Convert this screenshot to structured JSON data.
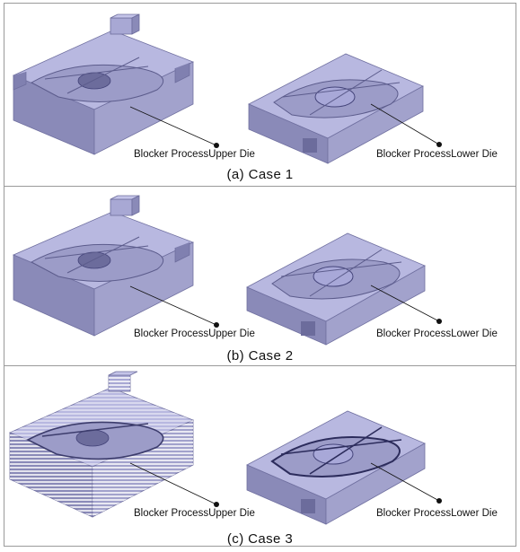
{
  "panels": [
    {
      "caption": "(a)  Case  1",
      "upper_label": "Blocker ProcessUpper Die",
      "lower_label": "Blocker ProcessLower Die"
    },
    {
      "caption": "(b)  Case  2",
      "upper_label": "Blocker ProcessUpper Die",
      "lower_label": "Blocker ProcessLower Die"
    },
    {
      "caption": "(c)  Case  3",
      "upper_label": "Blocker ProcessUpper Die",
      "lower_label": "Blocker ProcessLower Die"
    }
  ],
  "colors": {
    "die_top": "#b8b8e0",
    "die_left": "#8a8ab8",
    "die_right": "#a2a2cc",
    "cavity": "#6c6c9c",
    "frame": "#9a9a9a"
  }
}
